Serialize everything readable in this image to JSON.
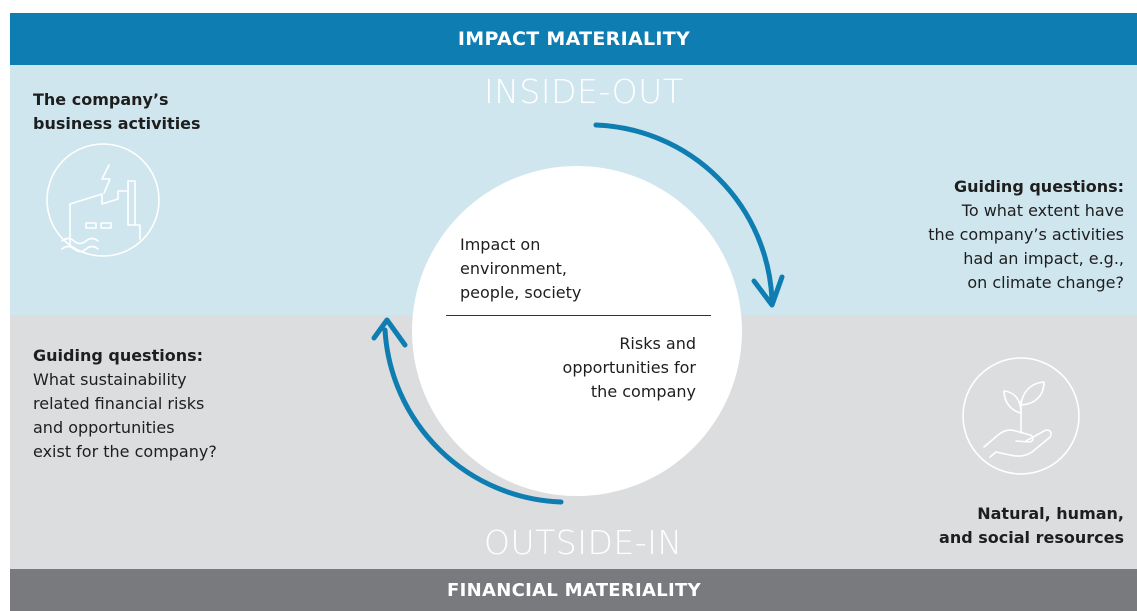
{
  "header": {
    "title": "IMPACT MATERIALITY"
  },
  "footer": {
    "title": "FINANCIAL MATERIALITY"
  },
  "directions": {
    "top": "INSIDE-OUT",
    "bottom": "OUTSIDE-IN"
  },
  "business": {
    "line1": "The company’s",
    "line2": "business activities",
    "icon": "factory-icon"
  },
  "guiding_right": {
    "heading": "Guiding questions:",
    "lines": [
      "To what extent have",
      "the company’s activities",
      "had an impact, e.g.,",
      "on climate change?"
    ]
  },
  "guiding_left": {
    "heading": "Guiding questions:",
    "lines": [
      "What sustainability",
      "related financial risks",
      "and opportunities",
      "exist for the company?"
    ]
  },
  "resources": {
    "line1": "Natural, human,",
    "line2": "and social resources",
    "icon": "plant-in-hand-icon"
  },
  "center": {
    "impact_lines": [
      "Impact on",
      "environment,",
      "people, society"
    ],
    "risk_lines": [
      "Risks and",
      "opportunities for",
      "the company"
    ]
  },
  "colors": {
    "impact_blue": "#0e7db1",
    "light_blue": "#cfe6ef",
    "light_gray": "#dcdddf",
    "dark_gray": "#787a7d",
    "arrow_blue": "#0e7db1"
  }
}
